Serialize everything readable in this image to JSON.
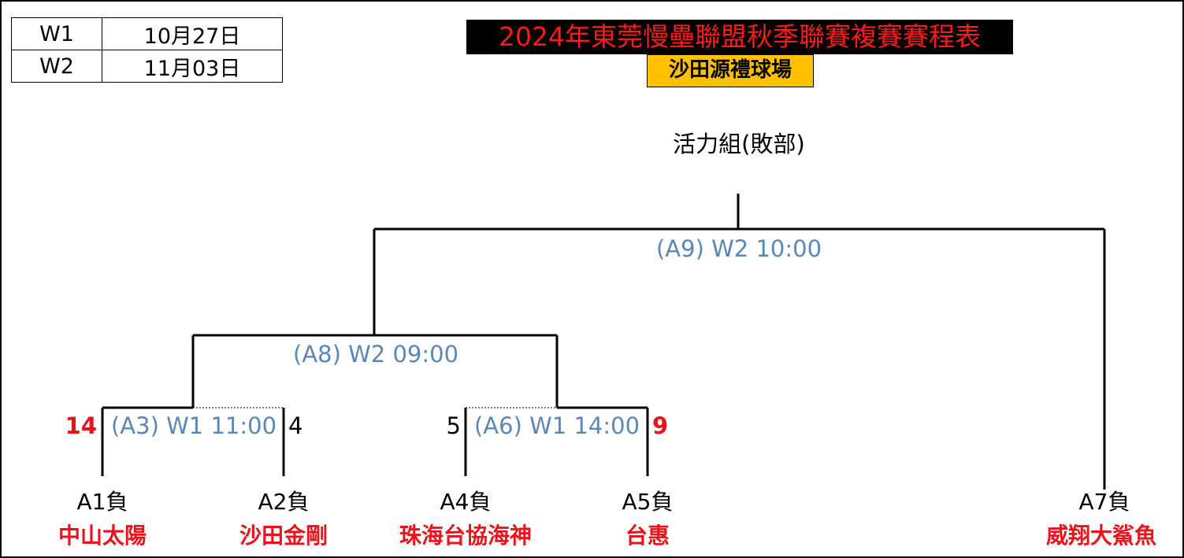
{
  "schedule": [
    {
      "week": "W1",
      "date": "10月27日"
    },
    {
      "week": "W2",
      "date": "11月03日"
    }
  ],
  "header": {
    "title": "2024年東莞慢壘聯盟秋季聯賽複賽賽程表",
    "venue": "沙田源禮球場",
    "group": "活力組(敗部)"
  },
  "games": {
    "a9": "(A9) W2 10:00",
    "a8": "(A8) W2 09:00",
    "a3": "(A3) W1 11:00",
    "a6": "(A6) W1 14:00"
  },
  "scores": {
    "a3_left": "14",
    "a3_right": "4",
    "a6_left": "5",
    "a6_right": "9"
  },
  "slots": [
    {
      "seed": "A1負",
      "team": "中山太陽"
    },
    {
      "seed": "A2負",
      "team": "沙田金剛"
    },
    {
      "seed": "A4負",
      "team": "珠海台協海神"
    },
    {
      "seed": "A5負",
      "team": "台惠"
    },
    {
      "seed": "A7負",
      "team": "威翔大鯊魚"
    }
  ],
  "colors": {
    "title_bg": "#000000",
    "title_text": "#ff1a1a",
    "venue_bg": "#ffc000",
    "game_label": "#5b87b7",
    "winner": "#e8141b"
  }
}
